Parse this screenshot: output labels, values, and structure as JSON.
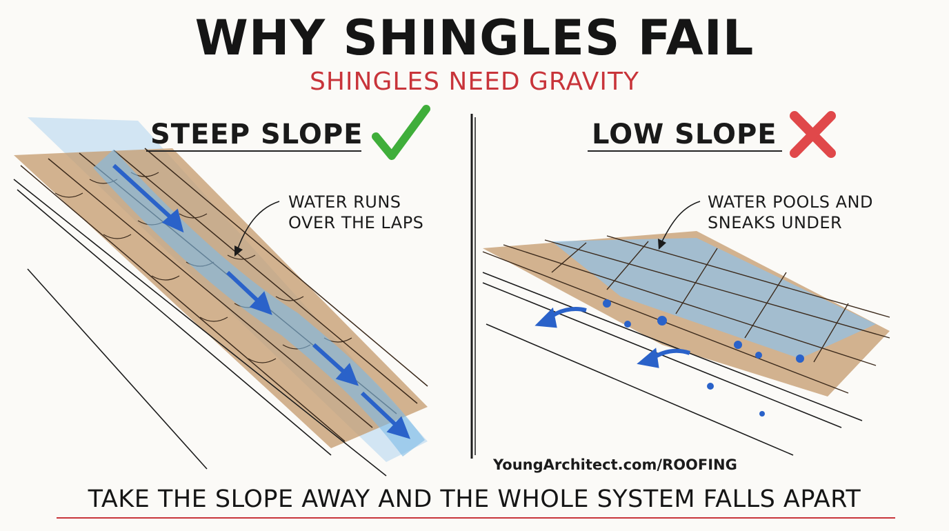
{
  "title": "WHY SHINGLES FAIL",
  "subtitle": "SHINGLES NEED GRAVITY",
  "left_panel": {
    "heading": "STEEP SLOPE",
    "mark_icon": "check-mark-icon",
    "callout_lines": [
      "WATER RUNS",
      "OVER THE LAPS"
    ]
  },
  "right_panel": {
    "heading": "LOW SLOPE",
    "mark_icon": "x-mark-icon",
    "callout_lines": [
      "WATER POOLS AND",
      "SNEAKS UNDER"
    ]
  },
  "website": "YoungArchitect.com/ROOFING",
  "tagline": "TAKE THE SLOPE AWAY AND THE WHOLE SYSTEM FALLS APART",
  "colors": {
    "accent_red": "#c8343a",
    "check_green": "#3fae3a",
    "x_red": "#e0484a",
    "water_blue": "#5fa8dc",
    "arrow_blue": "#2a62c9",
    "shingle_brown": "#c49a6c"
  }
}
